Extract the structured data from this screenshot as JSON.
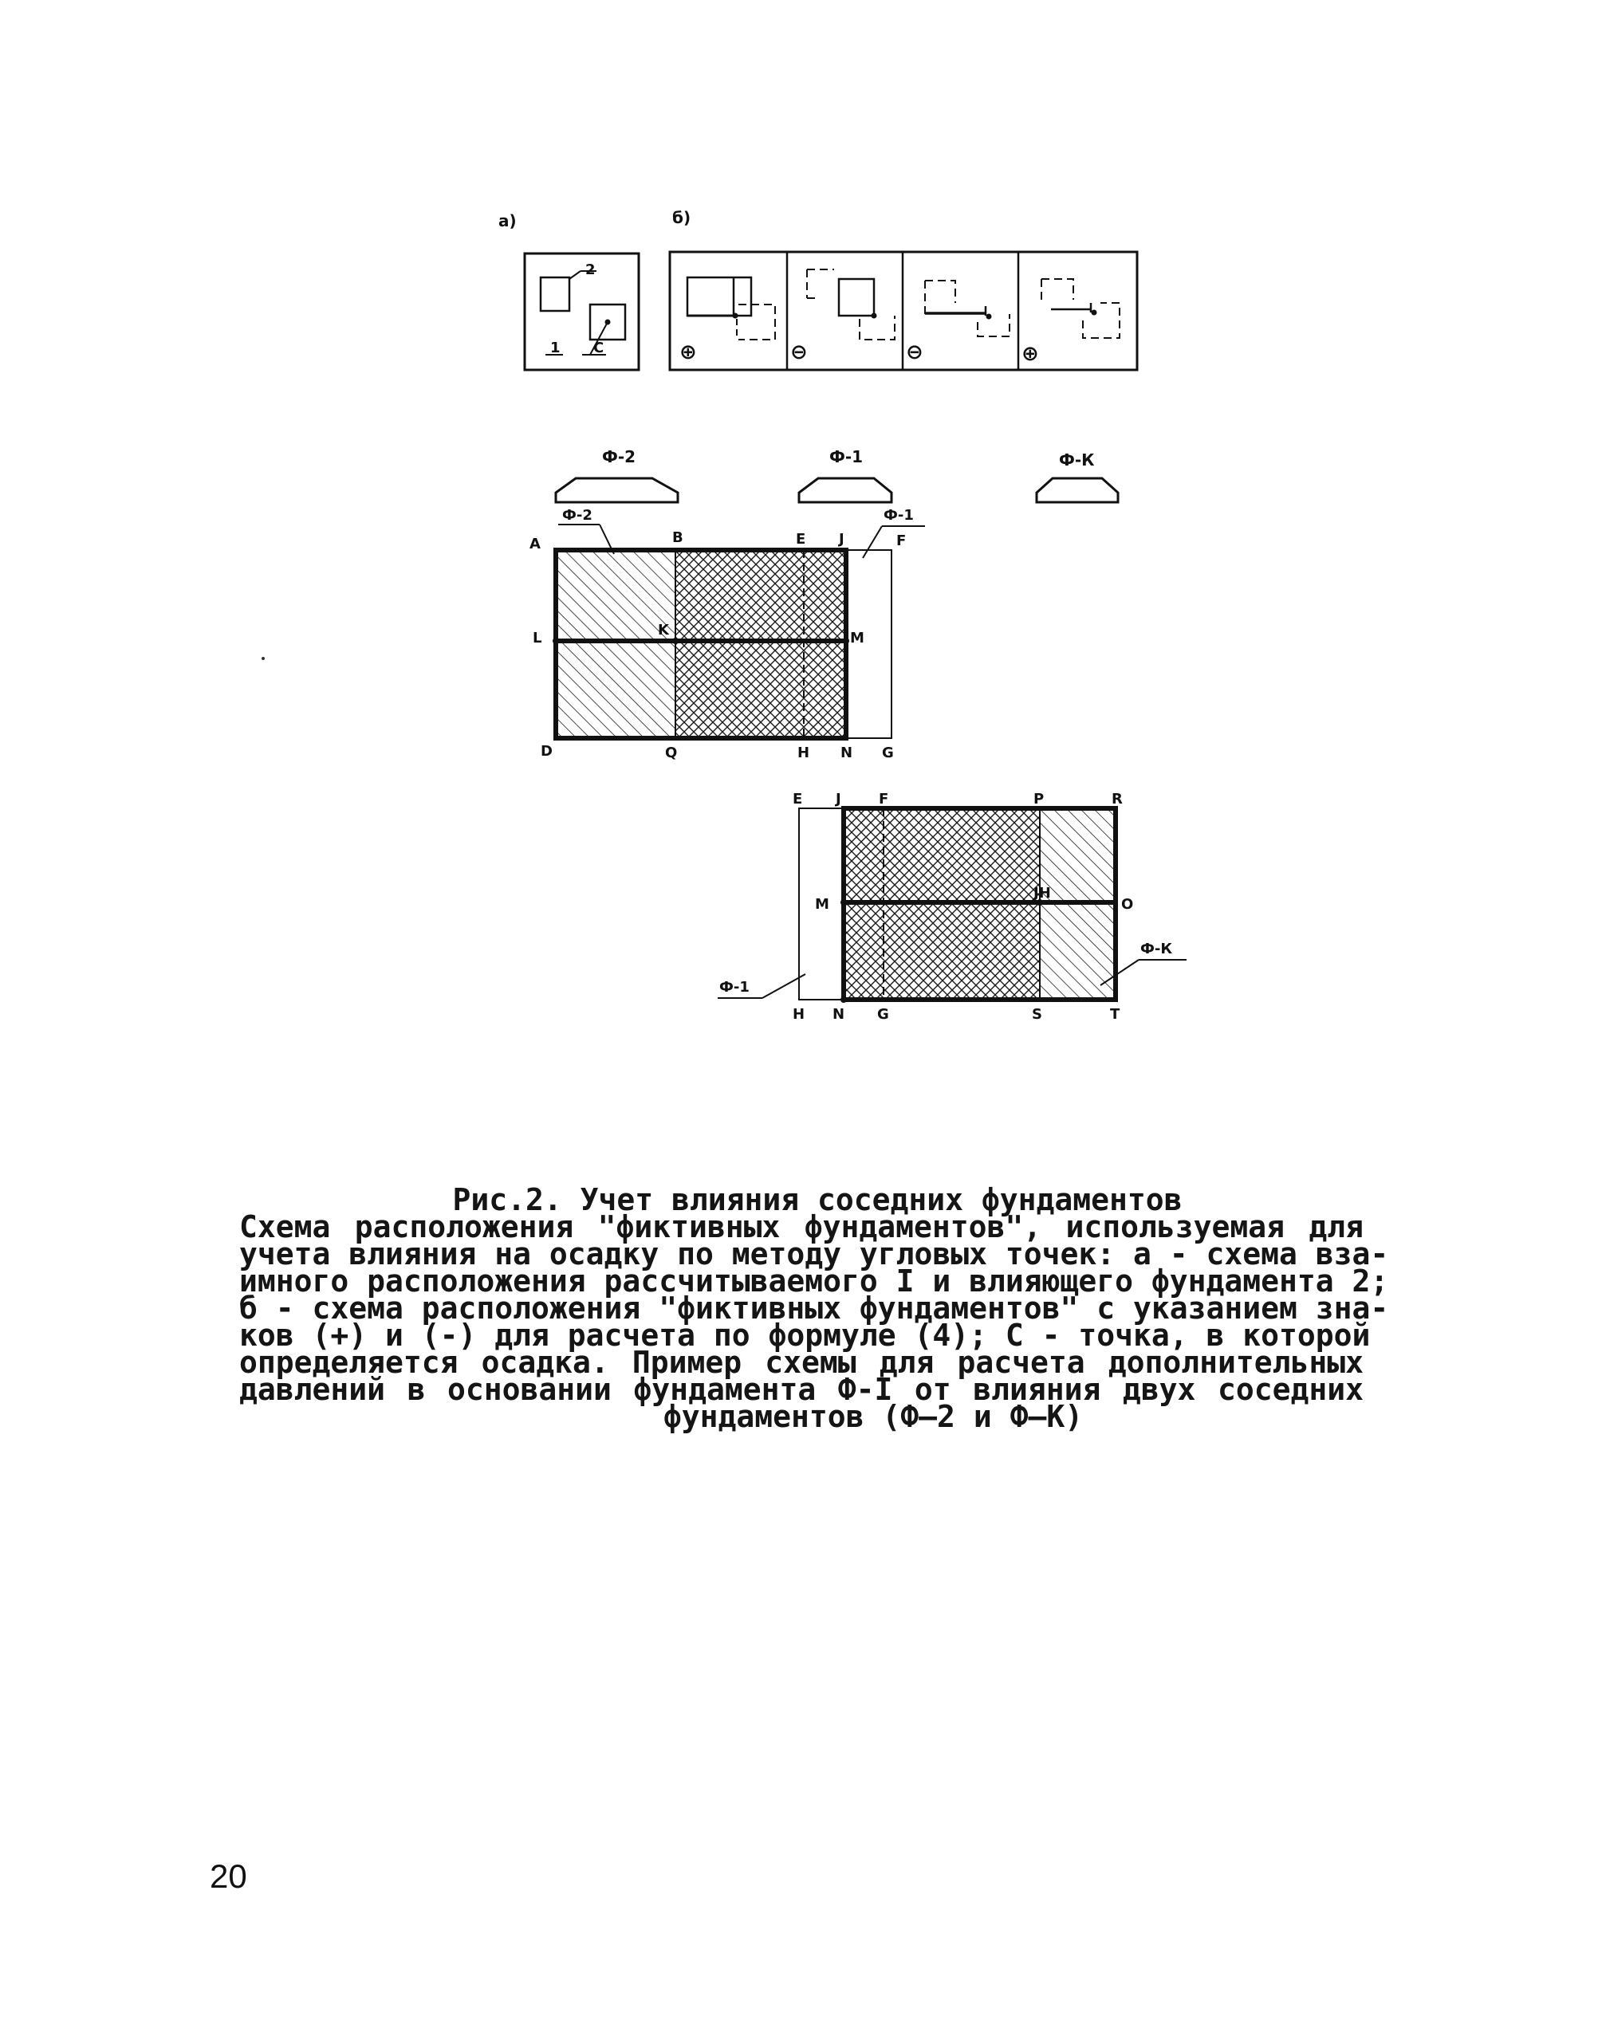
{
  "figure": {
    "panel_a_label": "а)",
    "panel_b_label": "б)",
    "panel_a_markers": {
      "one": "1",
      "two": "2",
      "point_c": "С"
    },
    "panel_b_signs": [
      "⊕",
      "⊖",
      "⊖",
      "⊕"
    ],
    "profiles": [
      "Ф-2",
      "Ф-1",
      "Ф-К"
    ],
    "upper_plan": {
      "tags": {
        "f2": "Ф-2",
        "f1": "Ф-1"
      },
      "top_labels": [
        "A",
        "B",
        "E",
        "J",
        "F"
      ],
      "mid_labels": [
        "L",
        "K",
        "M"
      ],
      "bottom_labels": [
        "D",
        "Q",
        "H",
        "N",
        "G"
      ]
    },
    "lower_plan": {
      "tags": {
        "f1": "Ф-1",
        "fk": "Ф-К"
      },
      "top_labels": [
        "E",
        "J",
        "F",
        "P",
        "R"
      ],
      "mid_labels": [
        "M",
        "JH",
        "O"
      ],
      "bottom_labels": [
        "H",
        "N",
        "G",
        "S",
        "T"
      ]
    }
  },
  "caption": {
    "title": "Рис.2. Учет влияния соседних фундаментов",
    "lines": [
      "Схема расположения \"фиктивных фундаментов\", используемая для",
      "учета влияния на осадку по методу угловых точек: а - схема вза-",
      "имного расположения рассчитываемого I и влияющего фундамента 2;",
      "б - схема расположения \"фиктивных фундаментов\" с указанием зна-",
      "ков (+) и (-) для расчета по формуле (4); С - точка, в которой",
      "определяется осадка. Пример схемы для расчета дополнительных",
      "давлений в основании фундамента Ф-I от влияния двух соседних"
    ],
    "last_line": "фундаментов (Ф–2 и Ф–К)"
  },
  "page_number": "20"
}
